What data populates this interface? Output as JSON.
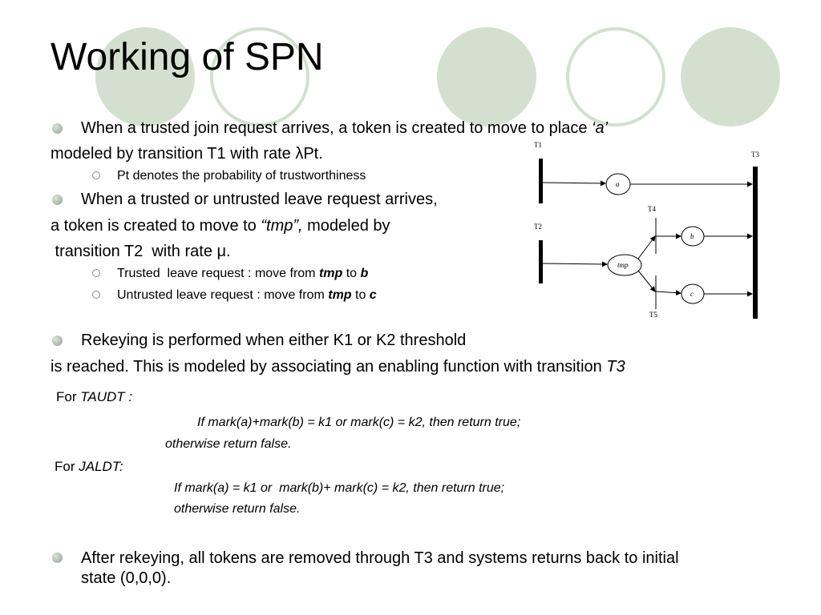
{
  "title": "Working of SPN",
  "b1": {
    "text1": "When a trusted join request arrives, a token is created to move to place ",
    "place": "‘a’",
    "text2": "modeled by transition T1 with rate λPt.",
    "sub": "Pt denotes the probability of trustworthiness"
  },
  "b2": {
    "text1": "When a trusted or untrusted leave request arrives,",
    "text2a": "a token  is created to move to ",
    "tmp": "“tmp”,",
    "text2b": "  modeled by",
    "text3": " transition T2  with rate μ.",
    "sub1": {
      "pre": "Trusted  leave request : move from ",
      "tmp": "tmp",
      "to": " to ",
      "dest": "b"
    },
    "sub2": {
      "pre": "Untrusted leave request : move from ",
      "tmp": "tmp",
      "to": " to ",
      "dest": "c"
    }
  },
  "b3": {
    "text1": "Rekeying is performed when either K1 or K2 threshold",
    "text2": "is reached. This is modeled by associating an enabling function with transition ",
    "t3": "T3"
  },
  "for1": {
    "label": "For ",
    "name": "TAUDT :"
  },
  "code1": {
    "line1": "If mark(a)+mark(b) = k1 or mark(c) = k2, then return true;",
    "line2": "otherwise return false."
  },
  "for2": {
    "label": "For ",
    "name": "JALDT:"
  },
  "code2": {
    "line1": "If mark(a) = k1 or  mark(b)+ mark(c) = k2, then return true;",
    "line2": "otherwise return false."
  },
  "b4": {
    "text1": "After rekeying, all tokens are removed through T3 and systems returns back to initial",
    "text2": "state (0,0,0)."
  },
  "diagram": {
    "t1": "T1",
    "t2": "T2",
    "t3": "T3",
    "t4": "T4",
    "t5": "T5",
    "a": "a",
    "b": "b",
    "c": "c",
    "tmp": "tmp"
  },
  "colors": {
    "circle_fill": "#d3e0cf",
    "circle_ring": "#d3e0cf",
    "bullet": "#b7c6ba"
  }
}
